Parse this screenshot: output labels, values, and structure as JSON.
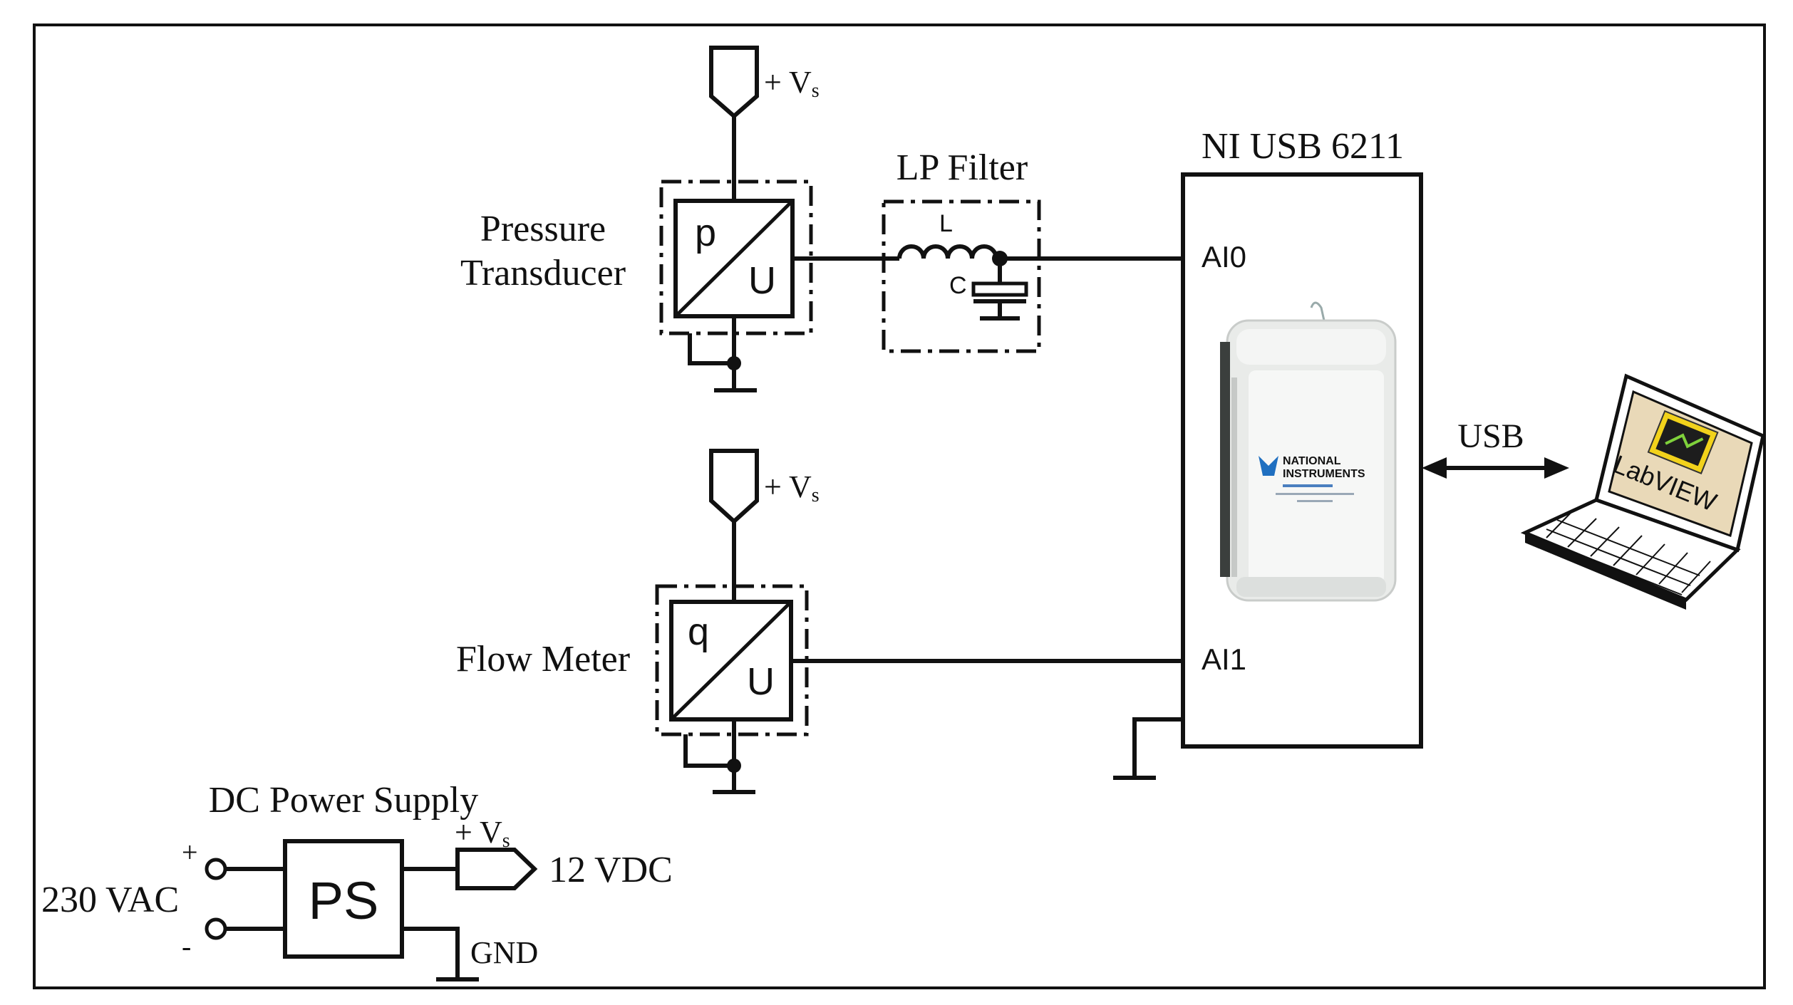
{
  "labels": {
    "vs_top": "+ V",
    "vs_mid": "+ V",
    "vs_ps": "+ V",
    "vs_sub": "s",
    "pressure_line1": "Pressure",
    "pressure_line2": "Transducer",
    "pressure_in": "p",
    "pressure_out": "U",
    "lp_filter": "LP Filter",
    "inductor": "L",
    "capacitor": "C",
    "daq_title": "NI USB 6211",
    "ai0": "AI0",
    "ai1": "AI1",
    "usb": "USB",
    "flow_meter": "Flow Meter",
    "flow_in": "q",
    "flow_out": "U",
    "ps_title": "DC Power Supply",
    "ps_box": "PS",
    "plus": "+",
    "minus": "-",
    "vac": "230 VAC",
    "vdc": "12 VDC",
    "gnd": "GND"
  },
  "device_photo": {
    "brand_line1": "NATIONAL",
    "brand_line2": "INSTRUMENTS"
  },
  "laptop": {
    "screen_text": "LabVIEW"
  },
  "colors": {
    "line": "#111111",
    "device_body": "#e9ebe9",
    "ni_blue": "#1f6fc0",
    "screen_bg": "#e9d9b8",
    "labview_yellow": "#f2d21b"
  }
}
